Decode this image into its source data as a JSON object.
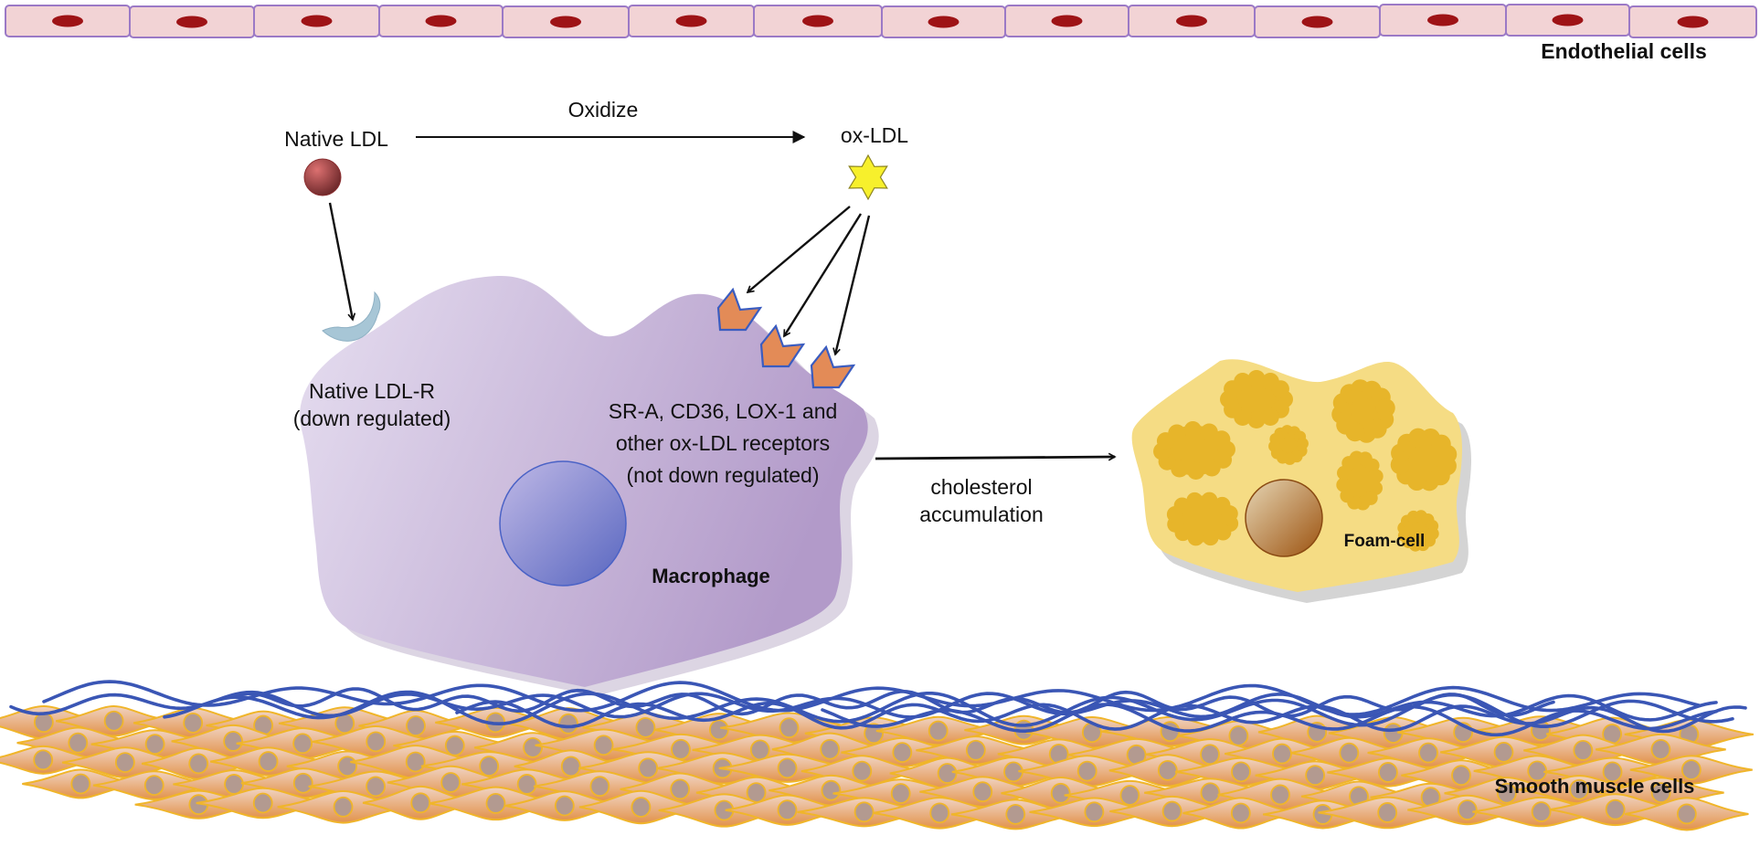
{
  "title": "ox-LDL uptake and foam-cell formation",
  "labels": {
    "endothelial": "Endothelial cells",
    "native_ldl": "Native LDL",
    "oxidize": "Oxidize",
    "ox_ldl": "ox-LDL",
    "native_ldl_r_line1": "Native LDL-R",
    "native_ldl_r_line2": "(down regulated)",
    "receptors_line1": "SR-A, CD36, LOX-1 and",
    "receptors_line2": "other ox-LDL receptors",
    "receptors_line3": "(not down regulated)",
    "macrophage": "Macrophage",
    "cholesterol_line1": "cholesterol",
    "cholesterol_line2": "accumulation",
    "foam_cell": "Foam-cell",
    "smooth_muscle": "Smooth muscle cells"
  },
  "colors": {
    "endothelial_fill": "#f2d3d5",
    "endothelial_border": "#9b79c6",
    "endothelial_nucleus": "#9e1316",
    "ldl_light": "#dc7070",
    "ldl_dark": "#6a2628",
    "star_fill": "#f7f02c",
    "star_stroke": "#8c8420",
    "receptor_native": "#a7c6d6",
    "receptor_ox_fill": "#e38b57",
    "receptor_ox_border": "#3a5cc0",
    "macrophage_light": "#e4dbed",
    "macrophage_dark": "#b49dcb",
    "macrophage_shadow": "#dcd5e3",
    "mac_nucleus_light": "#bab3e2",
    "mac_nucleus_dark": "#5d6bc3",
    "mac_nucleus_stroke": "#4a62c6",
    "foam_fill": "#f5dc84",
    "foam_shadow": "#d4d4d4",
    "lipid": "#e7b52a",
    "foam_nucleus_light": "#e2cfa8",
    "foam_nucleus_dark": "#a35a16",
    "smc_light": "#efd0bc",
    "smc_dark": "#e39650",
    "smc_border": "#f0b52a",
    "smc_nucleus": "#b39a90",
    "fiber": "#3a56b5"
  },
  "endothelial_cell_count": 14,
  "receptor_count": 3
}
